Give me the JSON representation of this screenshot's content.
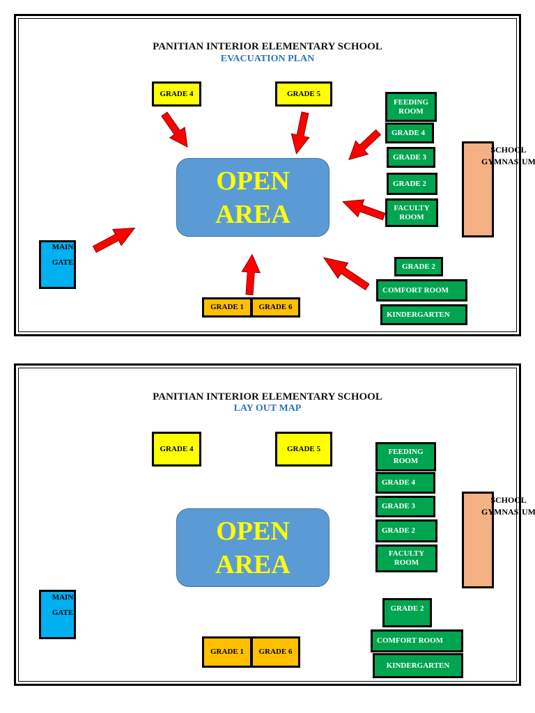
{
  "school_name": "PANITIAN INTERIOR ELEMENTARY SCHOOL",
  "maps": [
    {
      "subtitle": "EVACUATION PLAN"
    },
    {
      "subtitle": "LAY OUT MAP"
    }
  ],
  "open_area": {
    "line1": "OPEN",
    "line2": "AREA"
  },
  "rooms": {
    "grade4_yellow": "GRADE 4",
    "grade5": "GRADE 5",
    "feeding_line1": "FEEDING",
    "feeding_line2": "ROOM",
    "grade4_green": "GRADE 4",
    "grade3": "GRADE 3",
    "grade2_upper": "GRADE 2",
    "faculty_line1": "FACULTY",
    "faculty_line2": "ROOM",
    "grade2_lower": "GRADE 2",
    "comfort_room": "COMFORT ROOM",
    "kindergarten": "KINDERGARTEN",
    "grade1": "GRADE 1",
    "grade6": "GRADE 6",
    "main_line1": "MAIN",
    "main_line2": "GATE",
    "gym_line1": "SCHOOL",
    "gym_line2": "GYMNASIUM"
  },
  "colors": {
    "arrow": "#ff0000",
    "yellow": "#ffff00",
    "green": "#00a550",
    "orange": "#ffc000",
    "blue": "#00b0f0",
    "tan": "#f4b183",
    "open_area": "#5b9bd5",
    "subtitle": "#2e75b6"
  }
}
